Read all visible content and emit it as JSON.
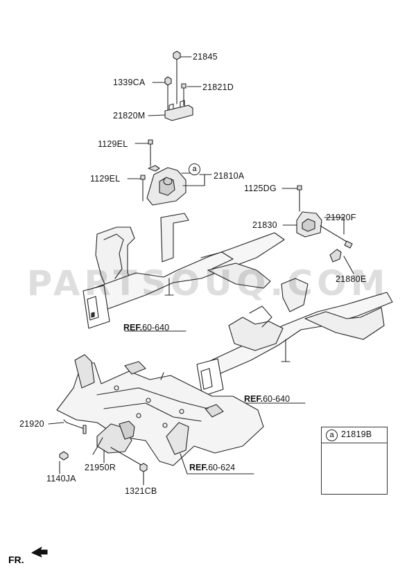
{
  "watermark": "PARTSOUQ.COM",
  "labels": {
    "p21845": "21845",
    "p1339CA": "1339CA",
    "p21821D": "21821D",
    "p21820M": "21820M",
    "p1129EL_a": "1129EL",
    "p1129EL_b": "1129EL",
    "p21810A": "21810A",
    "p1125DG": "1125DG",
    "p21830": "21830",
    "p21920F": "21920F",
    "p21880E": "21880E",
    "p21920": "21920",
    "p1140JA": "1140JA",
    "p21950R": "21950R",
    "p1321CB": "1321CB"
  },
  "refs": {
    "ref1": {
      "bold": "REF.",
      "num": "60-640"
    },
    "ref2": {
      "bold": "REF.",
      "num": "60-640"
    },
    "ref3": {
      "bold": "REF.",
      "num": "60-624"
    }
  },
  "callout_letter": "a",
  "inset": {
    "letter": "a",
    "part": "21819B"
  },
  "front_label": "FR."
}
